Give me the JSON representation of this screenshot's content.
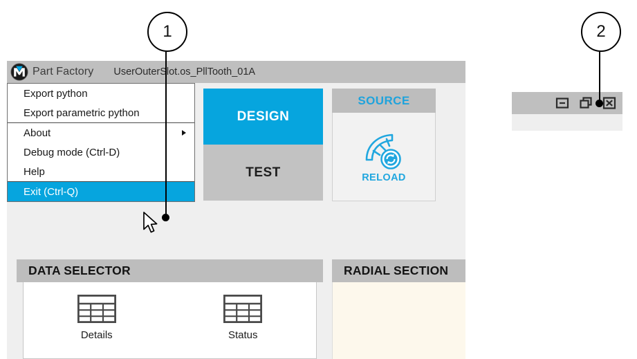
{
  "app": {
    "logo_icon": "part-factory-logo-icon",
    "name": "Part Factory",
    "document_title": "UserOuterSlot.os_PllTooth_01A"
  },
  "menu": {
    "items": [
      {
        "label": "Export python",
        "highlighted": false,
        "submenu": false
      },
      {
        "label": "Export parametric python",
        "highlighted": false,
        "submenu": false
      },
      {
        "label": "About",
        "highlighted": false,
        "submenu": true
      },
      {
        "label": "Debug mode (Ctrl-D)",
        "highlighted": false,
        "submenu": false
      },
      {
        "label": "Help",
        "highlighted": false,
        "submenu": false
      },
      {
        "label": "Exit (Ctrl-Q)",
        "highlighted": true,
        "submenu": false
      }
    ]
  },
  "mode_tabs": [
    {
      "label": "DESIGN",
      "active": true
    },
    {
      "label": "TEST",
      "active": false
    }
  ],
  "source_panel": {
    "header": "SOURCE",
    "reload_icon": "gear-tooth-refresh-icon",
    "reload_label": "RELOAD"
  },
  "data_selector": {
    "header": "DATA SELECTOR",
    "items": [
      {
        "label": "Details",
        "icon": "table-icon"
      },
      {
        "label": "Status",
        "icon": "table-icon"
      }
    ]
  },
  "radial_section": {
    "header": "RADIAL SECTION"
  },
  "window_controls": [
    {
      "name": "minimize",
      "icon": "minimize-icon"
    },
    {
      "name": "restore",
      "icon": "restore-icon"
    },
    {
      "name": "close",
      "icon": "close-icon"
    }
  ],
  "callouts": [
    {
      "number": "1"
    },
    {
      "number": "2"
    }
  ],
  "cursor": {
    "icon": "mouse-pointer-icon"
  },
  "colors": {
    "accent_cyan": "#06a5de",
    "titlebar_gray": "#bfbfbf",
    "panel_header_gray": "#bdbdbd",
    "tab_inactive_gray": "#c2c2c2",
    "radial_cream": "#fdf8ec",
    "app_background": "#efefef"
  }
}
